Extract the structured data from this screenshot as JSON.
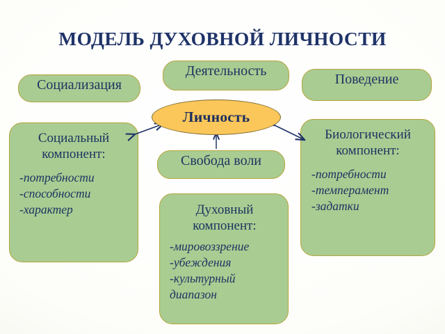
{
  "slide": {
    "title": "МОДЕЛЬ ДУХОВНОЙ ЛИЧНОСТИ",
    "background_color": "#fdfdfa",
    "accent_colors": {
      "title_text": "#1f3368",
      "card_fill": "#a9cc92",
      "card_border": "#b6a43b",
      "card_text": "#1c3461",
      "center_fill": "#fbc75a",
      "center_border": "#7d6a33",
      "arrow": "#1f3368"
    }
  },
  "center": {
    "label": "Личность"
  },
  "top_boxes": [
    {
      "id": "socialization",
      "label": "Социализация"
    },
    {
      "id": "activity",
      "label": "Деятельность"
    },
    {
      "id": "behavior",
      "label": "Поведение"
    }
  ],
  "middle_box": {
    "id": "freewill",
    "label": "Свобода   воли"
  },
  "components": [
    {
      "id": "social",
      "heading_line_1": "Социальный",
      "heading_line_2": "компонент:",
      "items": [
        "-потребности",
        "-способности",
        "-характер"
      ]
    },
    {
      "id": "biological",
      "heading_line_1": "Биологический",
      "heading_line_2": "компонент:",
      "items": [
        "-потребности",
        "-темперамент",
        "-задатки"
      ]
    },
    {
      "id": "spiritual",
      "heading_line_1": "Духовный",
      "heading_line_2": "компонент:",
      "items": [
        "-мировоззрение",
        "-убеждения",
        "-культурный диапазон"
      ]
    }
  ],
  "connectors": [
    {
      "id": "social-to-center",
      "type": "double-arrow",
      "from": "social-component",
      "to": "personality"
    },
    {
      "id": "center-to-biological",
      "type": "double-arrow",
      "from": "personality",
      "to": "biological-component"
    },
    {
      "id": "freewill-to-center",
      "type": "single-arrow",
      "from": "freewill",
      "to": "personality"
    }
  ]
}
